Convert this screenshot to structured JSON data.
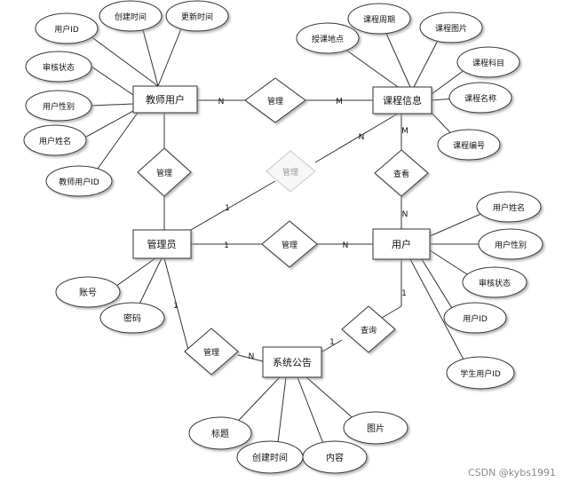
{
  "entities": {
    "teacher": "教师用户",
    "course": "课程信息",
    "admin": "管理员",
    "user": "用户",
    "notice": "系统公告"
  },
  "relationships": {
    "manage_course": "管理",
    "manage_teacher": "管理",
    "manage_dim": "管理",
    "view_course": "查看",
    "manage_user": "管理",
    "query_notice": "查询",
    "manage_notice": "管理"
  },
  "attributes": {
    "teacher_id": "用户ID",
    "teacher_created": "创建时间",
    "teacher_updated": "更新时间",
    "teacher_status": "审核状态",
    "teacher_gender": "用户性别",
    "teacher_name": "用户姓名",
    "teacher_uid": "教师用户ID",
    "course_place": "授课地点",
    "course_period": "课程周期",
    "course_image": "课程图片",
    "course_subject": "课程科目",
    "course_name": "课程名称",
    "course_number": "课程编号",
    "user_name": "用户姓名",
    "user_gender": "用户性别",
    "user_status": "审核状态",
    "user_id": "用户ID",
    "user_sid": "学生用户ID",
    "admin_account": "账号",
    "admin_password": "密码",
    "notice_title": "标题",
    "notice_created": "创建时间",
    "notice_content": "内容",
    "notice_image": "图片"
  },
  "cardinality": {
    "teacher_manage": "N",
    "course_manage": "M",
    "course_dim": "N",
    "admin_dim": "1",
    "course_view": "M",
    "user_view": "N",
    "admin_user": "1",
    "user_manage": "N",
    "admin_notice": "1",
    "notice_admin": "N",
    "notice_user": "1",
    "user_notice": "1"
  },
  "watermark": "CSDN @kybs1991"
}
